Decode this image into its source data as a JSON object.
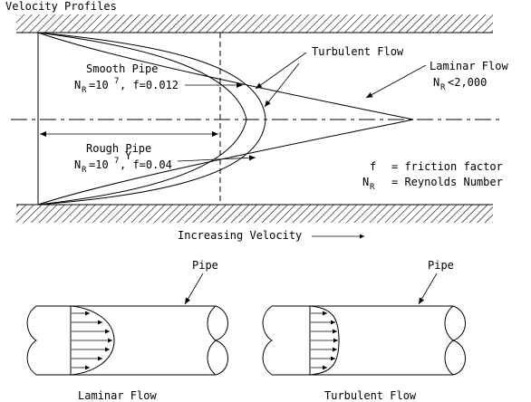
{
  "figure": {
    "title": "Velocity Profiles",
    "axis_label": "Increasing Velocity",
    "distance_label": "Y"
  },
  "smooth_pipe": {
    "title": "Smooth Pipe",
    "n_symbol": "N",
    "n_subscript": "R",
    "n_value_base": "=10",
    "n_value_exp": "7",
    "friction": ",  f=0.012"
  },
  "rough_pipe": {
    "title": "Rough Pipe",
    "n_symbol": "N",
    "n_subscript": "R",
    "n_value_base": "=10",
    "n_value_exp": "7",
    "friction": ",  f=0.04"
  },
  "turbulent_label": "Turbulent Flow",
  "laminar_label": {
    "title": "Laminar Flow",
    "n_symbol": "N",
    "n_subscript": "R",
    "n_value": "<2,000"
  },
  "legend": {
    "f_symbol": "f",
    "f_def": "=  friction factor",
    "n_symbol": "N",
    "n_subscript": "R",
    "n_def": "=  Reynolds Number"
  },
  "bottom": {
    "left_pipe_label": "Pipe",
    "right_pipe_label": "Pipe",
    "left_caption": "Laminar Flow",
    "right_caption": "Turbulent Flow"
  }
}
